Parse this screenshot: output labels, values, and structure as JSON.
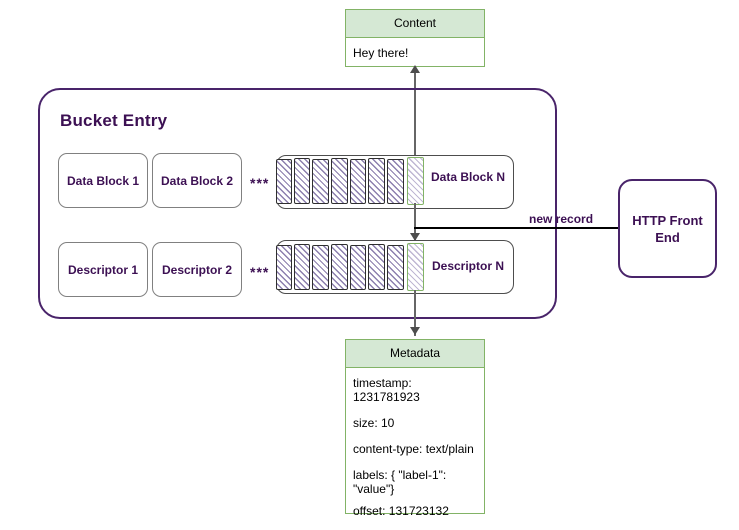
{
  "diagram": {
    "title_node": "Bucket Entry",
    "content_box": {
      "header": "Content",
      "body": "Hey there!"
    },
    "metadata_box": {
      "header": "Metadata",
      "rows": [
        "timestamp: 1231781923",
        "size: 10",
        "content-type: text/plain",
        "labels: { \"label-1\": \"value\"}",
        "offset: 131723132"
      ]
    },
    "data_block_row": {
      "blocks": [
        "Data Block 1",
        "Data Block 2"
      ],
      "ellipsis": "***",
      "n_label": "Data Block N",
      "hatched_count": 7,
      "highlight_count": 1
    },
    "descriptor_row": {
      "blocks": [
        "Descriptor 1",
        "Descriptor 2"
      ],
      "ellipsis": "***",
      "n_label": "Descriptor N",
      "hatched_count": 7,
      "highlight_count": 1
    },
    "http_front_end": {
      "label": "HTTP Front End"
    },
    "edges": {
      "new_record": "new record"
    },
    "colors": {
      "purple_stroke": "#49246a",
      "purple_text": "#3c1053",
      "green_header_fill": "#d5e8d4",
      "green_stroke": "#82b366",
      "gray_stroke": "#808080",
      "hatch_purple": "#8c7fae"
    }
  }
}
